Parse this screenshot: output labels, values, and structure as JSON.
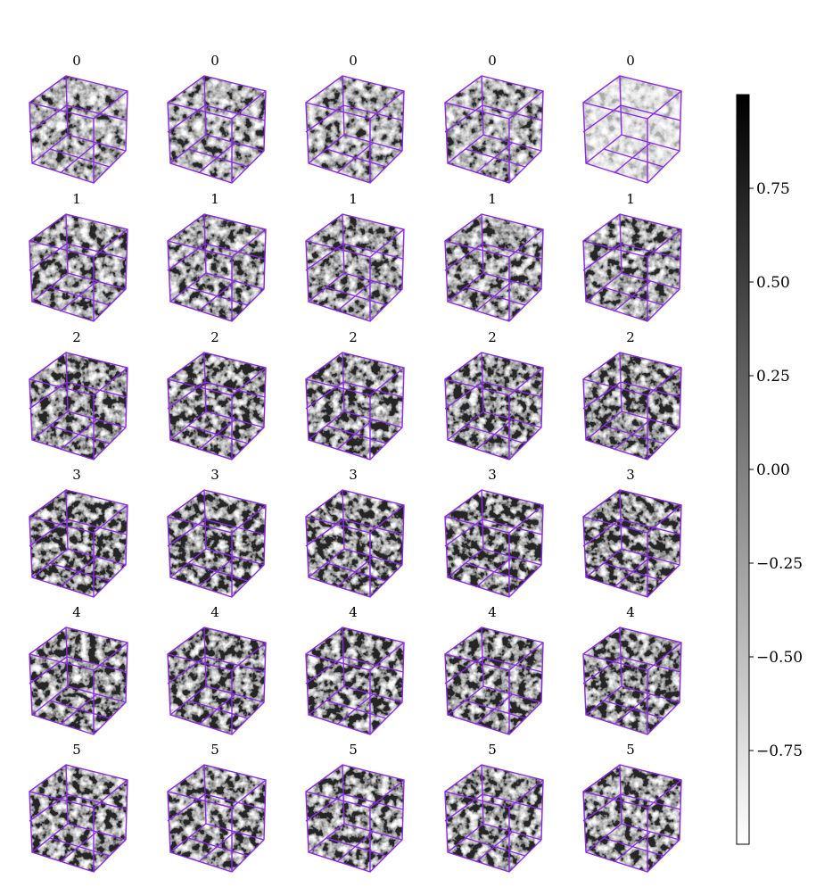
{
  "chart_data": {
    "type": "heatmap",
    "description_kind": "grid of 3D voxel cube renderings",
    "rows": [
      {
        "label": "0"
      },
      {
        "label": "1"
      },
      {
        "label": "2"
      },
      {
        "label": "3"
      },
      {
        "label": "4"
      },
      {
        "label": "5"
      }
    ],
    "columns_per_row": 5,
    "panel_titles": [
      [
        "0",
        "0",
        "0",
        "0",
        "0"
      ],
      [
        "1",
        "1",
        "1",
        "1",
        "1"
      ],
      [
        "2",
        "2",
        "2",
        "2",
        "2"
      ],
      [
        "3",
        "3",
        "3",
        "3",
        "3"
      ],
      [
        "4",
        "4",
        "4",
        "4",
        "4"
      ],
      [
        "5",
        "5",
        "5",
        "5",
        "5"
      ]
    ],
    "colormap": "gray_r",
    "colorbar": {
      "orientation": "vertical",
      "placement": "right",
      "vmin": -1.0,
      "vmax": 1.0,
      "ticks": [
        0.75,
        0.5,
        0.25,
        0.0,
        -0.25,
        -0.5,
        -0.75
      ],
      "tick_labels": [
        "0.75",
        "0.50",
        "0.25",
        "0.00",
        "−0.25",
        "−0.50",
        "−0.75"
      ]
    },
    "cube_edge_color": "#8a2be2",
    "row_darkness": [
      0.45,
      0.6,
      0.75,
      0.8,
      0.75,
      0.65
    ],
    "grid": false,
    "axes_visible": false
  }
}
